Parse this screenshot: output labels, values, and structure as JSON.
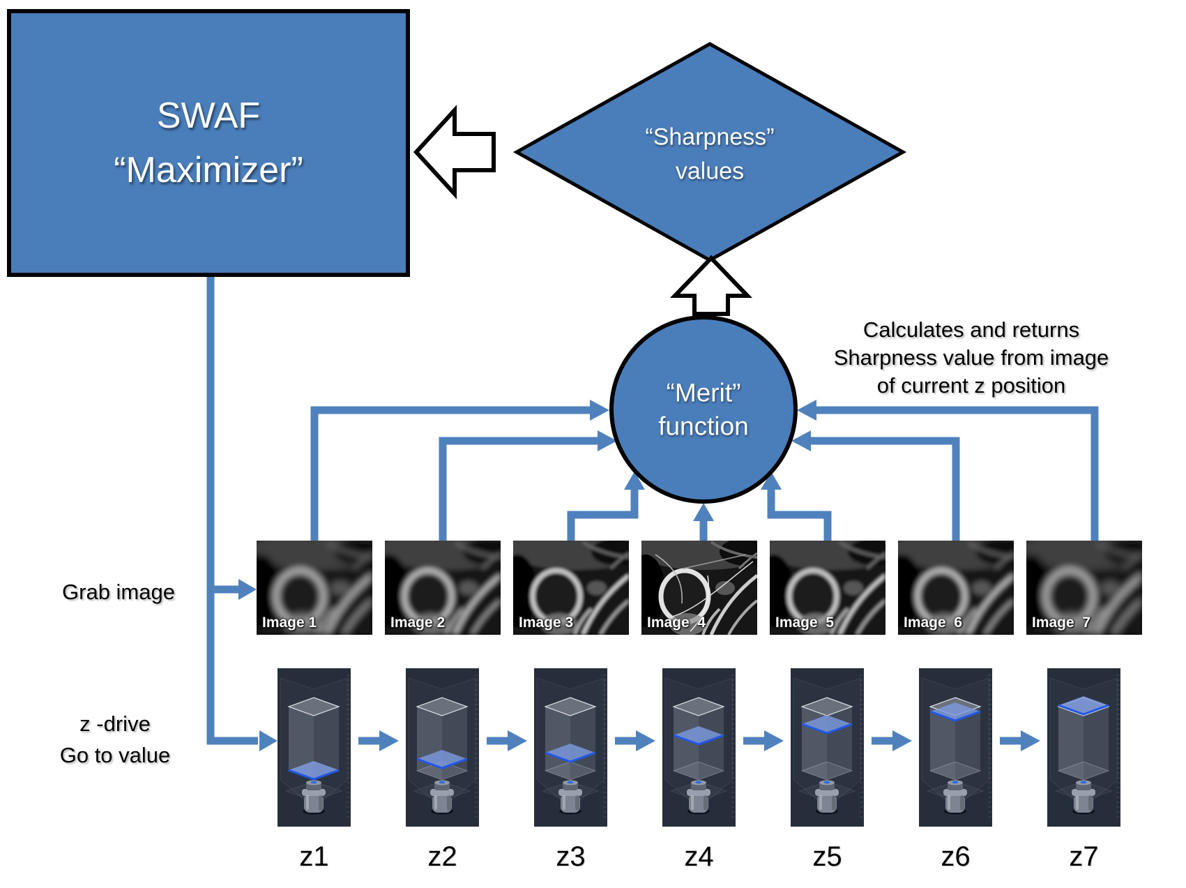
{
  "colors": {
    "shape_blue": "#4a7ebb",
    "arrow_blue": "#4f81bd",
    "panel_navy": "#262e3c",
    "plane_fill": "#7d9be1",
    "plane_edge": "#2257e6"
  },
  "swaf_box": {
    "line1": "SWAF",
    "line2": "“Maximizer”"
  },
  "sharpness_diamond": {
    "line1": "“Sharpness”",
    "line2": "values"
  },
  "merit_circle": {
    "line1": "“Merit”",
    "line2": "function"
  },
  "merit_note": {
    "line1": "Calculates and returns",
    "line2": "Sharpness value from image",
    "line3": "of current z position"
  },
  "grab_image_label": "Grab image",
  "z_drive_label": {
    "line1": "z -drive",
    "line2": "Go to value"
  },
  "images": [
    {
      "label": "Image 1",
      "blur": 5.0
    },
    {
      "label": "Image 2",
      "blur": 3.6
    },
    {
      "label": "Image 3",
      "blur": 2.2
    },
    {
      "label": "Image  4",
      "blur": 0.3
    },
    {
      "label": "Image  5",
      "blur": 2.4
    },
    {
      "label": "Image  6",
      "blur": 3.8
    },
    {
      "label": "Image  7",
      "blur": 5.2
    }
  ],
  "z_positions": [
    {
      "label": "z1",
      "plane_level": 0.7
    },
    {
      "label": "z2",
      "plane_level": 0.63
    },
    {
      "label": "z3",
      "plane_level": 0.59
    },
    {
      "label": "z4",
      "plane_level": 0.48
    },
    {
      "label": "z5",
      "plane_level": 0.41
    },
    {
      "label": "z6",
      "plane_level": 0.33
    },
    {
      "label": "z7",
      "plane_level": 0.29
    }
  ]
}
